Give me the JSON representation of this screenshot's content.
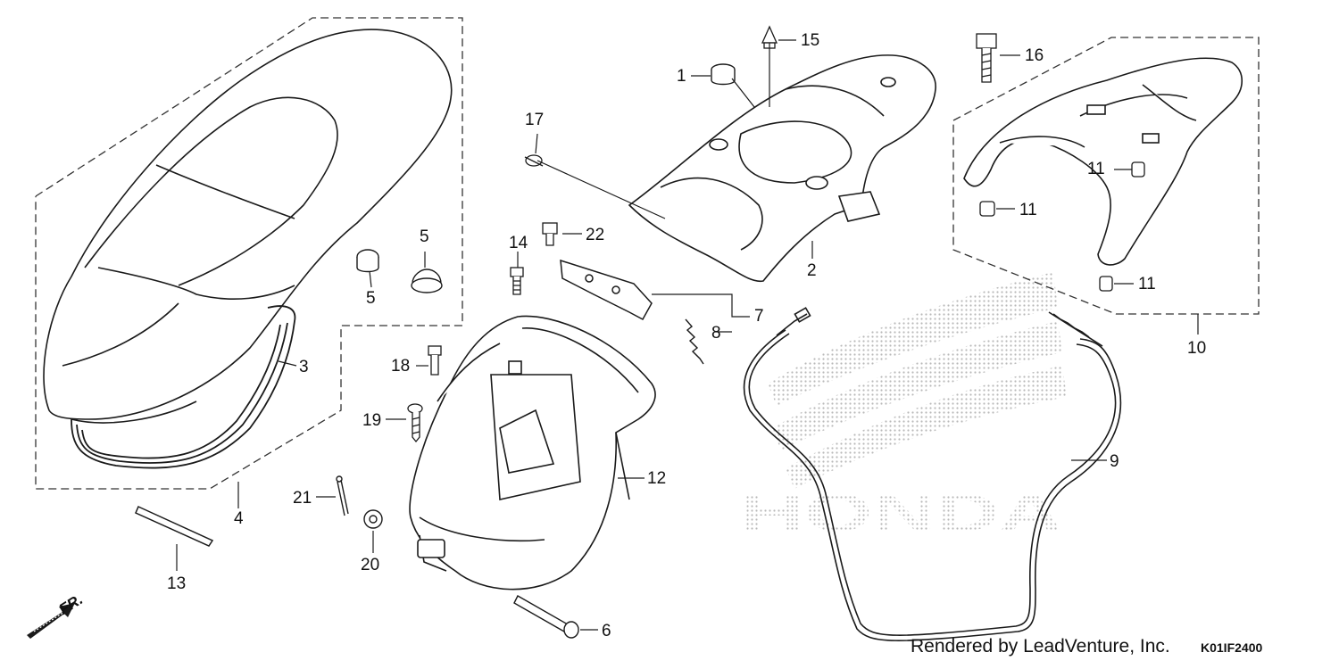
{
  "callouts": {
    "c1": "1",
    "c2": "2",
    "c3": "3",
    "c4": "4",
    "c5a": "5",
    "c5b": "5",
    "c6": "6",
    "c7": "7",
    "c8": "8",
    "c9": "9",
    "c10": "10",
    "c11a": "11",
    "c11b": "11",
    "c11c": "11",
    "c12": "12",
    "c13": "13",
    "c14": "14",
    "c15": "15",
    "c16": "16",
    "c17": "17",
    "c18": "18",
    "c19": "19",
    "c20": "20",
    "c21": "21",
    "c22": "22"
  },
  "front_indicator": "FR.",
  "watermark": "HONDA",
  "footer": {
    "credit": "Rendered by LeadVenture, Inc.",
    "code": "K01IF2400"
  },
  "colors": {
    "line": "#1a1a1a",
    "watermark": "#bdbdbd"
  }
}
